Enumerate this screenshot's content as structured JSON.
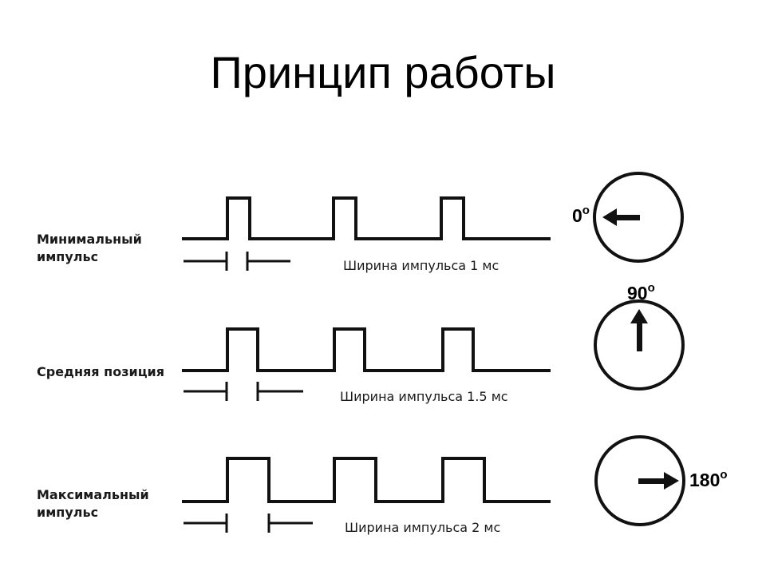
{
  "title": "Принцип работы",
  "rows": [
    {
      "label_line1": "Минимальный",
      "label_line2": "импульс",
      "width_text": "Ширина импульса 1 мс",
      "angle_value": "0",
      "angle_unit": "o",
      "pulse_ms": 1,
      "angle_deg": 0
    },
    {
      "label_line1": "Средняя позиция",
      "label_line2": "",
      "width_text": "Ширина импульса 1.5 мс",
      "angle_value": "90",
      "angle_unit": "o",
      "pulse_ms": 1.5,
      "angle_deg": 90
    },
    {
      "label_line1": "Максимальный",
      "label_line2": "импульс",
      "width_text": "Ширина импульса 2 мс",
      "angle_value": "180",
      "angle_unit": "o",
      "pulse_ms": 2,
      "angle_deg": 180
    }
  ]
}
